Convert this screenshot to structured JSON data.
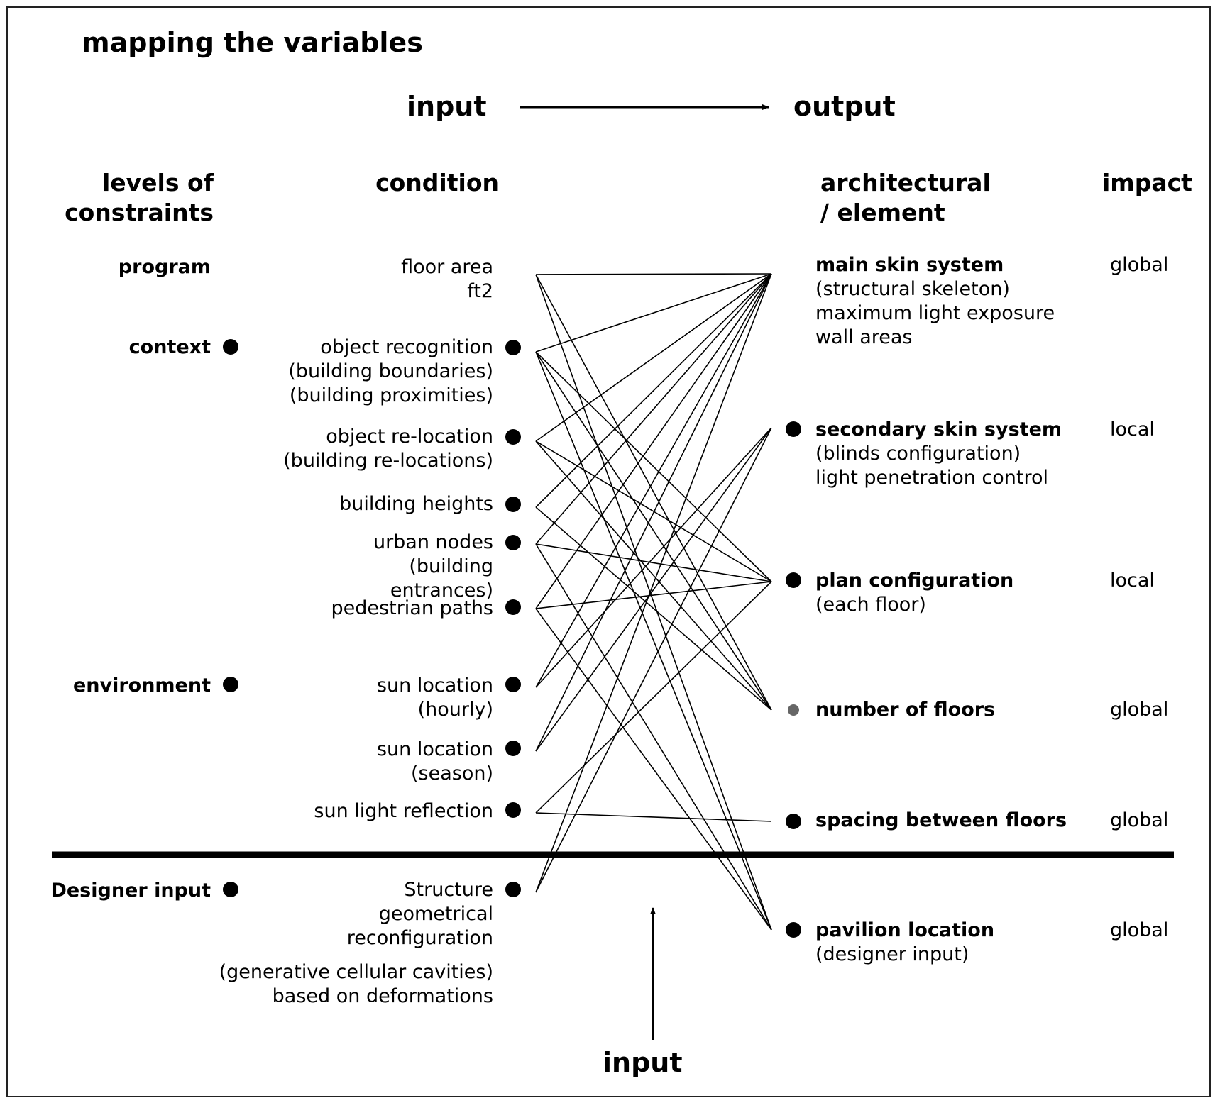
{
  "title": "mapping the variables",
  "flow": {
    "input_label": "input",
    "output_label": "output",
    "bottom_input_label": "input"
  },
  "headers": {
    "levels": [
      "levels of",
      "constraints"
    ],
    "condition": "condition",
    "element": [
      "architectural",
      "/ element"
    ],
    "impact": "impact"
  },
  "levels": [
    "program",
    "context",
    "environment",
    "Designer input"
  ],
  "conditions": [
    {
      "id": "c1",
      "lines": [
        "floor area",
        "ft2"
      ]
    },
    {
      "id": "c2",
      "lines": [
        "object recognition",
        "(building boundaries)",
        "(building proximities)"
      ]
    },
    {
      "id": "c3",
      "lines": [
        "object re-location",
        "(building re-locations)"
      ]
    },
    {
      "id": "c4",
      "lines": [
        "building heights"
      ]
    },
    {
      "id": "c5",
      "lines": [
        "urban nodes",
        "(building",
        "entrances)"
      ]
    },
    {
      "id": "c6",
      "lines": [
        "pedestrian paths"
      ]
    },
    {
      "id": "c7",
      "lines": [
        "sun location",
        "(hourly)"
      ]
    },
    {
      "id": "c8",
      "lines": [
        "sun location",
        "(season)"
      ]
    },
    {
      "id": "c9",
      "lines": [
        "sun light reflection"
      ]
    },
    {
      "id": "c10",
      "lines": [
        "Structure",
        "geometrical",
        "reconfiguration",
        "(generative cellular cavities)",
        "based on deformations"
      ]
    }
  ],
  "elements": [
    {
      "id": "e1",
      "name": "main skin system",
      "details": [
        "(structural skeleton)",
        "maximum light exposure",
        "wall areas"
      ],
      "impact": "global"
    },
    {
      "id": "e2",
      "name": "secondary skin system",
      "details": [
        "(blinds configuration)",
        "light penetration control"
      ],
      "impact": "local"
    },
    {
      "id": "e3",
      "name": "plan configuration",
      "details": [
        "(each floor)"
      ],
      "impact": "local"
    },
    {
      "id": "e4",
      "name": "number of floors",
      "details": [],
      "impact": "global"
    },
    {
      "id": "e5",
      "name": "spacing between floors",
      "details": [],
      "impact": "global"
    },
    {
      "id": "e6",
      "name": "pavilion location",
      "details": [
        "(designer input)"
      ],
      "impact": "global"
    }
  ],
  "links": [
    [
      "c1",
      "e1"
    ],
    [
      "c1",
      "e4"
    ],
    [
      "c1",
      "e6"
    ],
    [
      "c2",
      "e1"
    ],
    [
      "c2",
      "e3"
    ],
    [
      "c2",
      "e4"
    ],
    [
      "c2",
      "e6"
    ],
    [
      "c3",
      "e1"
    ],
    [
      "c3",
      "e3"
    ],
    [
      "c3",
      "e4"
    ],
    [
      "c4",
      "e1"
    ],
    [
      "c4",
      "e4"
    ],
    [
      "c5",
      "e1"
    ],
    [
      "c5",
      "e3"
    ],
    [
      "c5",
      "e6"
    ],
    [
      "c6",
      "e1"
    ],
    [
      "c6",
      "e3"
    ],
    [
      "c6",
      "e6"
    ],
    [
      "c7",
      "e1"
    ],
    [
      "c7",
      "e2"
    ],
    [
      "c8",
      "e1"
    ],
    [
      "c8",
      "e2"
    ],
    [
      "c9",
      "e3"
    ],
    [
      "c9",
      "e5"
    ],
    [
      "c10",
      "e1"
    ],
    [
      "c10",
      "e2"
    ]
  ]
}
